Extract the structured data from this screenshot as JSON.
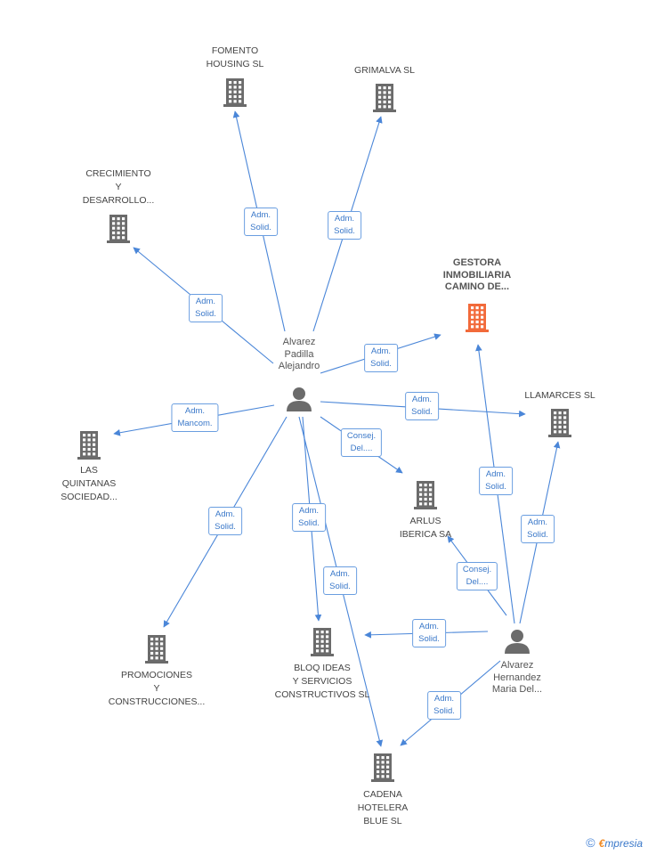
{
  "nodes": {
    "fomento": {
      "label": [
        "FOMENTO",
        "HOUSING SL"
      ],
      "type": "company"
    },
    "grimalva": {
      "label": [
        "GRIMALVA SL"
      ],
      "type": "company"
    },
    "crecimiento": {
      "label": [
        "CRECIMIENTO",
        "Y",
        "DESARROLLO..."
      ],
      "type": "company"
    },
    "gestora": {
      "label": [
        "GESTORA",
        "INMOBILIARIA",
        "CAMINO DE..."
      ],
      "type": "company",
      "highlight": true
    },
    "llamarces": {
      "label": [
        "LLAMARCES SL"
      ],
      "type": "company"
    },
    "las_quintanas": {
      "label": [
        "LAS",
        "QUINTANAS",
        "SOCIEDAD..."
      ],
      "type": "company"
    },
    "arlus": {
      "label": [
        "ARLUS",
        "IBERICA SA"
      ],
      "type": "company"
    },
    "promociones": {
      "label": [
        "PROMOCIONES",
        "Y",
        "CONSTRUCCIONES..."
      ],
      "type": "company"
    },
    "bloq": {
      "label": [
        "BLOQ IDEAS",
        "Y SERVICIOS",
        "CONSTRUCTIVOS SL"
      ],
      "type": "company"
    },
    "cadena": {
      "label": [
        "CADENA",
        "HOTELERA",
        "BLUE SL"
      ],
      "type": "company"
    },
    "alvarez_padilla": {
      "label": [
        "Alvarez",
        "Padilla",
        "Alejandro"
      ],
      "type": "person"
    },
    "alvarez_hernandez": {
      "label": [
        "Alvarez",
        "Hernandez",
        "Maria Del..."
      ],
      "type": "person"
    }
  },
  "edges": [
    {
      "from": "alvarez_padilla",
      "to": "fomento",
      "role": [
        "Adm.",
        "Solid."
      ]
    },
    {
      "from": "alvarez_padilla",
      "to": "grimalva",
      "role": [
        "Adm.",
        "Solid."
      ]
    },
    {
      "from": "alvarez_padilla",
      "to": "crecimiento",
      "role": [
        "Adm.",
        "Solid."
      ]
    },
    {
      "from": "alvarez_padilla",
      "to": "gestora",
      "role": [
        "Adm.",
        "Solid."
      ]
    },
    {
      "from": "alvarez_padilla",
      "to": "llamarces",
      "role": [
        "Adm.",
        "Solid."
      ]
    },
    {
      "from": "alvarez_padilla",
      "to": "las_quintanas",
      "role": [
        "Adm.",
        "Mancom."
      ]
    },
    {
      "from": "alvarez_padilla",
      "to": "arlus",
      "role": [
        "Consej.",
        "Del...."
      ]
    },
    {
      "from": "alvarez_padilla",
      "to": "promociones",
      "role": [
        "Adm.",
        "Solid."
      ]
    },
    {
      "from": "alvarez_padilla",
      "to": "bloq",
      "role": [
        "Adm.",
        "Solid."
      ]
    },
    {
      "from": "alvarez_padilla",
      "to": "cadena",
      "role": [
        "Adm.",
        "Solid."
      ]
    },
    {
      "from": "alvarez_hernandez",
      "to": "gestora",
      "role": [
        "Adm.",
        "Solid."
      ]
    },
    {
      "from": "alvarez_hernandez",
      "to": "llamarces",
      "role": [
        "Adm.",
        "Solid."
      ]
    },
    {
      "from": "alvarez_hernandez",
      "to": "arlus",
      "role": [
        "Consej.",
        "Del...."
      ]
    },
    {
      "from": "alvarez_hernandez",
      "to": "bloq",
      "role": [
        "Adm.",
        "Solid."
      ]
    },
    {
      "from": "alvarez_hernandez",
      "to": "cadena",
      "role": [
        "Adm.",
        "Solid."
      ]
    }
  ],
  "colors": {
    "edge": "#4a86d8",
    "company_icon": "#6b6b6b",
    "highlight_icon": "#f26a3a",
    "person_icon": "#6b6b6b"
  },
  "footer": {
    "copyright": "©",
    "brand_e": "€",
    "brand_rest": "mpresia"
  }
}
